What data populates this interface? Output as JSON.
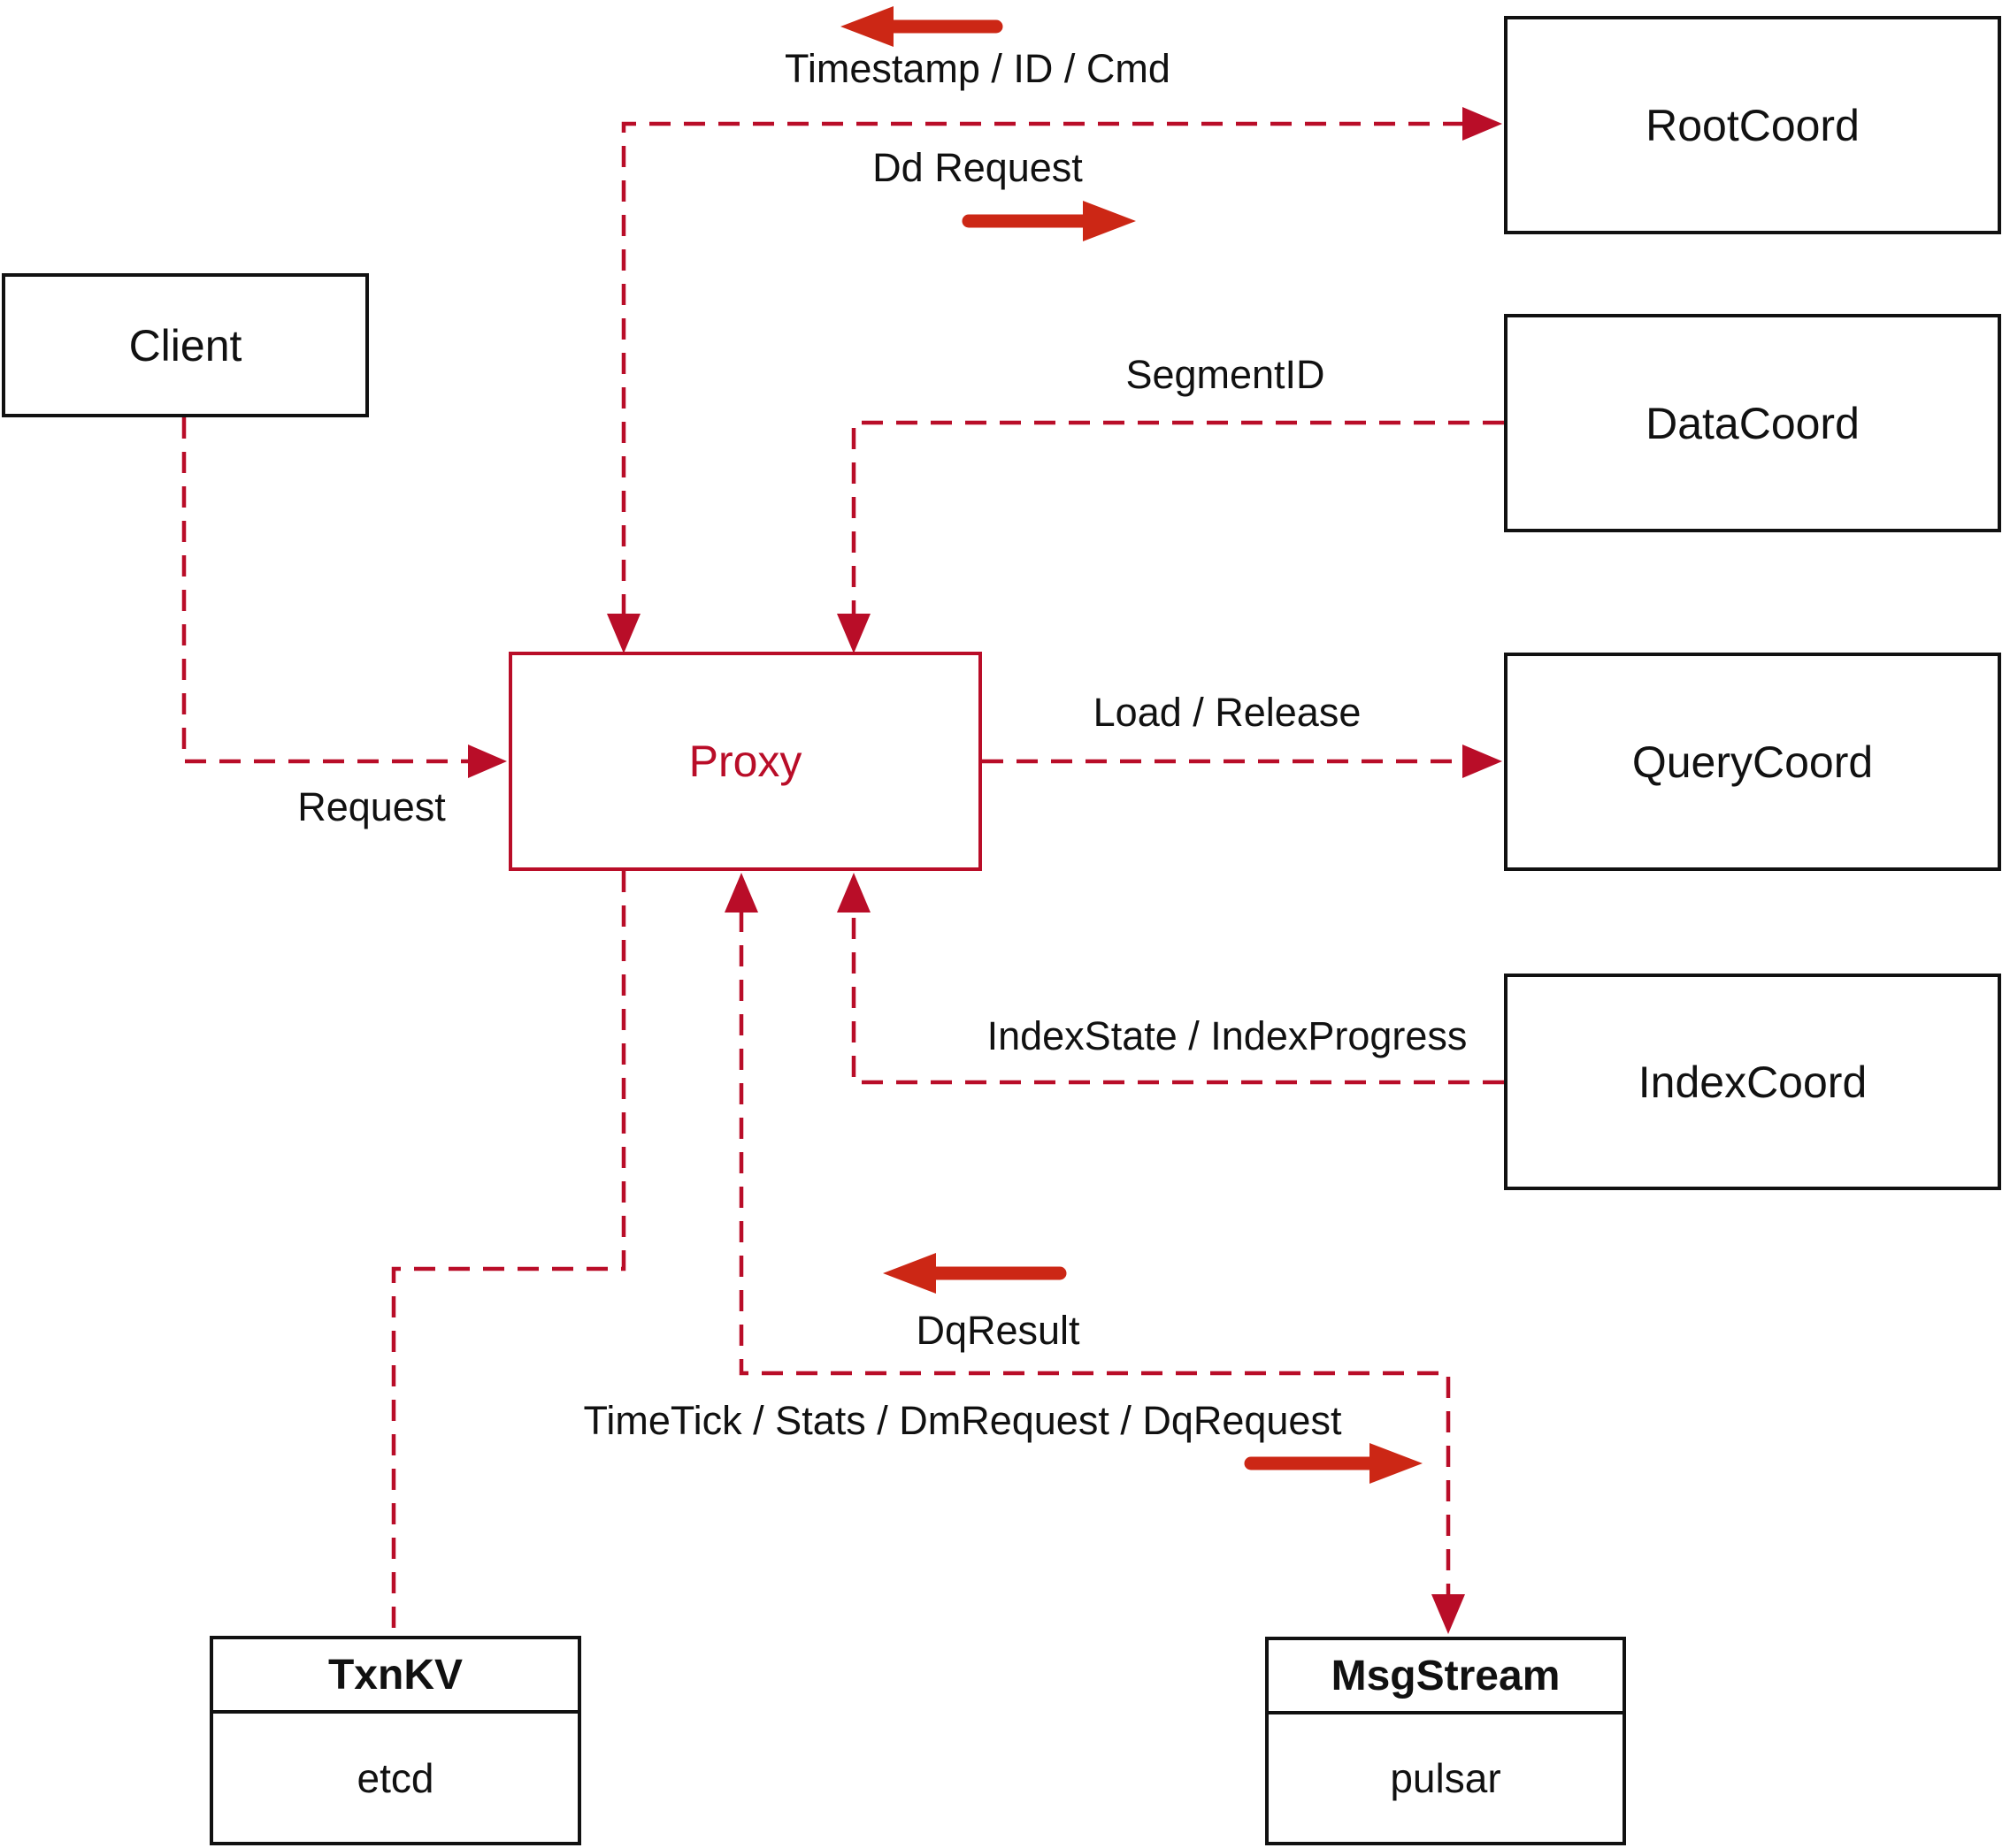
{
  "diagram": {
    "nodes": {
      "client": {
        "label": "Client"
      },
      "root_coord": {
        "label": "RootCoord"
      },
      "data_coord": {
        "label": "DataCoord"
      },
      "query_coord": {
        "label": "QueryCoord"
      },
      "index_coord": {
        "label": "IndexCoord"
      },
      "proxy": {
        "label": "Proxy"
      },
      "txn_kv": {
        "title": "TxnKV",
        "impl": "etcd"
      },
      "msg_stream": {
        "title": "MsgStream",
        "impl": "pulsar"
      }
    },
    "edges": {
      "client_to_proxy": {
        "label": "Request"
      },
      "proxy_root_coord": {
        "label_up": "Timestamp / ID / Cmd",
        "label_down": "Dd Request"
      },
      "data_coord_to_proxy": {
        "label": "SegmentID"
      },
      "proxy_to_query_coord": {
        "label": "Load / Release"
      },
      "index_coord_to_proxy": {
        "label": "IndexState / IndexProgress"
      },
      "proxy_msg_stream": {
        "label_up": "DqResult",
        "label_down": "TimeTick / Stats / DmRequest / DqRequest"
      }
    },
    "colors": {
      "line": "#b90d28",
      "arrow": "#cc2715",
      "box_border": "#111111",
      "text": "#111111"
    }
  }
}
